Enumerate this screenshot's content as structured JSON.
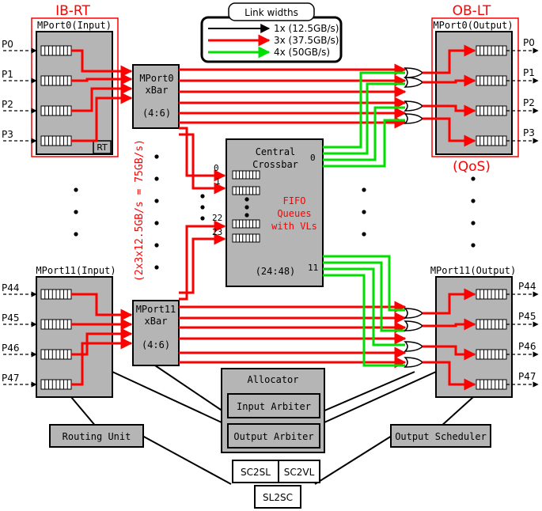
{
  "legend": {
    "title": "Link widths",
    "items": [
      {
        "label": "1x (12.5GB/s)",
        "color": "#000000"
      },
      {
        "label": "3x (37.5GB/s)",
        "color": "#ff0000"
      },
      {
        "label": "4x (50GB/s)",
        "color": "#00e000"
      }
    ]
  },
  "headings": {
    "ibrt": "IB-RT",
    "oblt": "OB-LT",
    "qos": "(QoS)"
  },
  "mport0_in": {
    "title": "MPort0(Input)",
    "rt": "RT"
  },
  "mport11_in": {
    "title": "MPort11(Input)"
  },
  "mport0_out": {
    "title": "MPort0(Output)"
  },
  "mport11_out": {
    "title": "MPort11(Output)"
  },
  "ports_in_top": [
    "P0",
    "P1",
    "P2",
    "P3"
  ],
  "ports_in_bottom": [
    "P44",
    "P45",
    "P46",
    "P47"
  ],
  "ports_out_top": [
    "P0",
    "P1",
    "P2",
    "P3"
  ],
  "ports_out_bottom": [
    "P44",
    "P45",
    "P46",
    "P47"
  ],
  "xbar0": {
    "line1": "MPort0",
    "line2": "xBar",
    "ratio": "(4:6)"
  },
  "xbar11": {
    "line1": "MPort11",
    "line2": "xBar",
    "ratio": "(4:6)"
  },
  "crossbar": {
    "line1": "Central",
    "line2": "Crossbar",
    "ratio": "(24:48)",
    "fifo1": "FIFO",
    "fifo2": "Queues",
    "fifo3": "with VLs",
    "in_labels": [
      "0",
      "1",
      "22",
      "23"
    ],
    "out_labels": [
      "0",
      "11"
    ]
  },
  "vertical_note": "(2x3x12.5GB/s = 75GB/s)",
  "allocator": {
    "title": "Allocator",
    "input": "Input Arbiter",
    "output": "Output Arbiter"
  },
  "routing_unit": "Routing Unit",
  "output_scheduler": "Output Scheduler",
  "sc2sl": "SC2SL",
  "sc2vl": "SC2VL",
  "sl2sc": "SL2SC"
}
